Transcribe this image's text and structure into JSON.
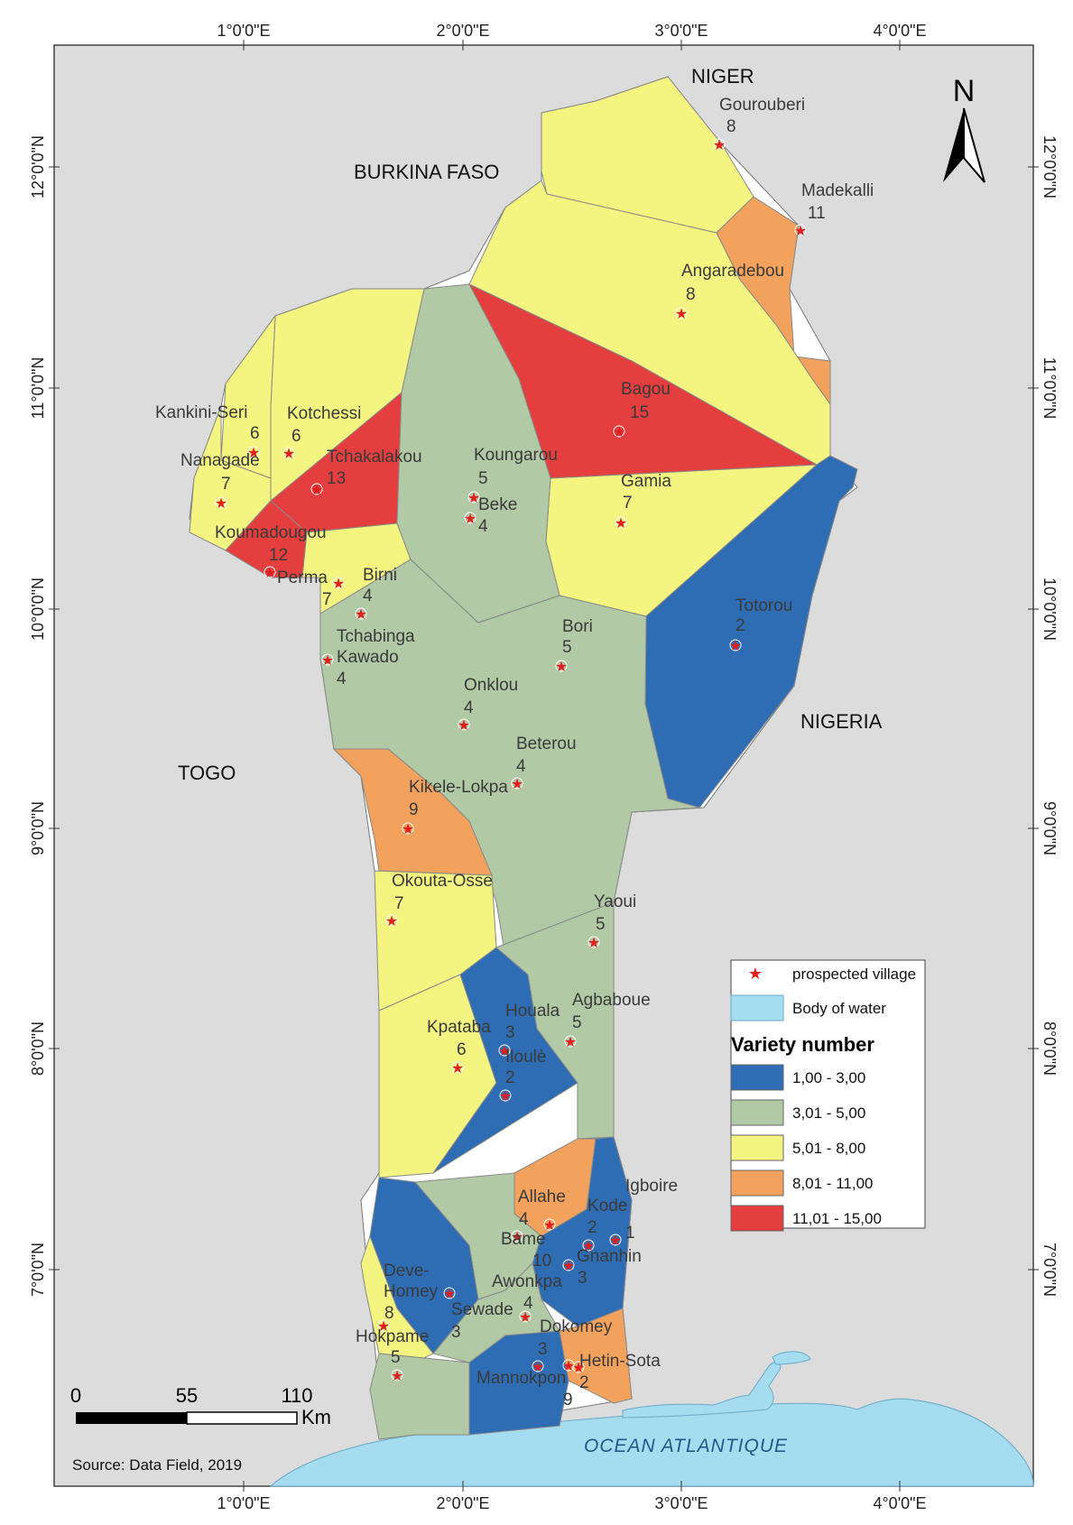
{
  "countries": {
    "niger": "NIGER",
    "burkina": "BURKINA FASO",
    "nigeria": "NIGERIA",
    "togo": "TOGO"
  },
  "ocean_label": "OCEAN ATLANTIQUE",
  "coords": {
    "lon": [
      "1°0'0\"E",
      "2°0'0\"E",
      "3°0'0\"E",
      "4°0'0\"E"
    ],
    "lat": [
      "12°0'0\"N",
      "11°0'0\"N",
      "10°0'0\"N",
      "9°0'0\"N",
      "8°0'0\"N",
      "7°0'0\"N"
    ]
  },
  "north_label": "N",
  "scale": {
    "ticks": [
      "0",
      "55",
      "110"
    ],
    "unit": "Km"
  },
  "source": "Source: Data Field, 2019",
  "legend": {
    "point_label": "prospected village",
    "water_label": "Body of water",
    "title": "Variety number",
    "classes": [
      {
        "label": "1,00 - 3,00",
        "color": "#2e6db4"
      },
      {
        "label": "3,01 - 5,00",
        "color": "#b2c9a6"
      },
      {
        "label": "5,01 - 8,00",
        "color": "#f4f481"
      },
      {
        "label": "8,01 - 11,00",
        "color": "#f2a25c"
      },
      {
        "label": "11,01 - 15,00",
        "color": "#e53e3e"
      }
    ]
  },
  "colors": {
    "background": "#dcdcdc",
    "water": "#a5dcef",
    "marker": "#e02020"
  },
  "villages": [
    {
      "name": "Gourouberi",
      "value": "8"
    },
    {
      "name": "Madekalli",
      "value": "11"
    },
    {
      "name": "Angaradebou",
      "value": "8"
    },
    {
      "name": "Bagou",
      "value": "15"
    },
    {
      "name": "Kankini-Seri",
      "value": "6"
    },
    {
      "name": "Kotchessi",
      "value": "6"
    },
    {
      "name": "Nanagade",
      "value": "7"
    },
    {
      "name": "Tchakalakou",
      "value": "13"
    },
    {
      "name": "Koungarou",
      "value": "5"
    },
    {
      "name": "Beke",
      "value": "4"
    },
    {
      "name": "Gamia",
      "value": "7"
    },
    {
      "name": "Koumadougou",
      "value": "12"
    },
    {
      "name": "Perma",
      "value": "7"
    },
    {
      "name": "Birni",
      "value": "4"
    },
    {
      "name": "Totorou",
      "value": "2"
    },
    {
      "name": "Bori",
      "value": "5"
    },
    {
      "name": "Tchabinga Kawado",
      "value": "4"
    },
    {
      "name": "Onklou",
      "value": "4"
    },
    {
      "name": "Beterou",
      "value": "4"
    },
    {
      "name": "Kikele-Lokpa",
      "value": "9"
    },
    {
      "name": "Okouta-Osse",
      "value": "7"
    },
    {
      "name": "Yaoui",
      "value": "5"
    },
    {
      "name": "Agbaboue",
      "value": "5"
    },
    {
      "name": "Houala",
      "value": "3"
    },
    {
      "name": "Kpataba",
      "value": "6"
    },
    {
      "name": "Iloulè",
      "value": "2"
    },
    {
      "name": "Igboire",
      "value": "1"
    },
    {
      "name": "Allahe",
      "value": "4"
    },
    {
      "name": "Kode",
      "value": "2"
    },
    {
      "name": "Bame",
      "value": "10"
    },
    {
      "name": "Gnanhin",
      "value": "3"
    },
    {
      "name": "Deve-Homey",
      "value": "8"
    },
    {
      "name": "Awonkpa",
      "value": "4"
    },
    {
      "name": "Sewade",
      "value": "3"
    },
    {
      "name": "Dokomey",
      "value": "3"
    },
    {
      "name": "Hokpame",
      "value": "5"
    },
    {
      "name": "Hetin-Sota",
      "value": "2"
    },
    {
      "name": "Mannokpon",
      "value": "9"
    }
  ]
}
